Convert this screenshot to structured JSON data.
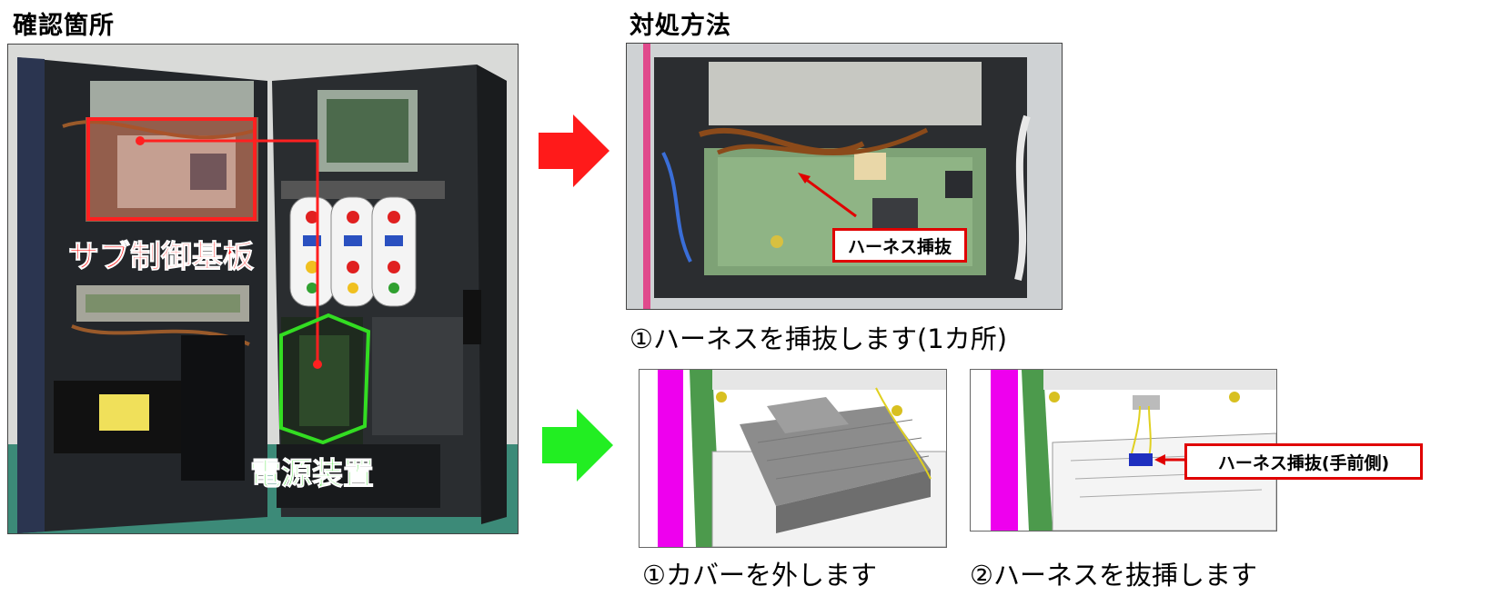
{
  "left": {
    "heading": "確認箇所",
    "photo": {
      "labels": {
        "sub_board": "サブ制御基板",
        "power_unit": "電源装置"
      }
    }
  },
  "right": {
    "heading": "対処方法",
    "red_route": {
      "callout": "ハーネス挿抜",
      "caption": "①ハーネスを挿抜します(1カ所)"
    },
    "green_route": {
      "step1_caption": "①カバーを外します",
      "step2_callout": "ハーネス挿抜(手前側)",
      "step2_caption": "②ハーネスを抜挿します"
    }
  },
  "colors": {
    "red_arrow": "#ff1a1a",
    "green_arrow": "#22ee22",
    "callout_border": "#e00000",
    "sub_board_label": "#ff2020",
    "power_label": "#33dd22",
    "magenta_panel": "#ee00ee"
  }
}
